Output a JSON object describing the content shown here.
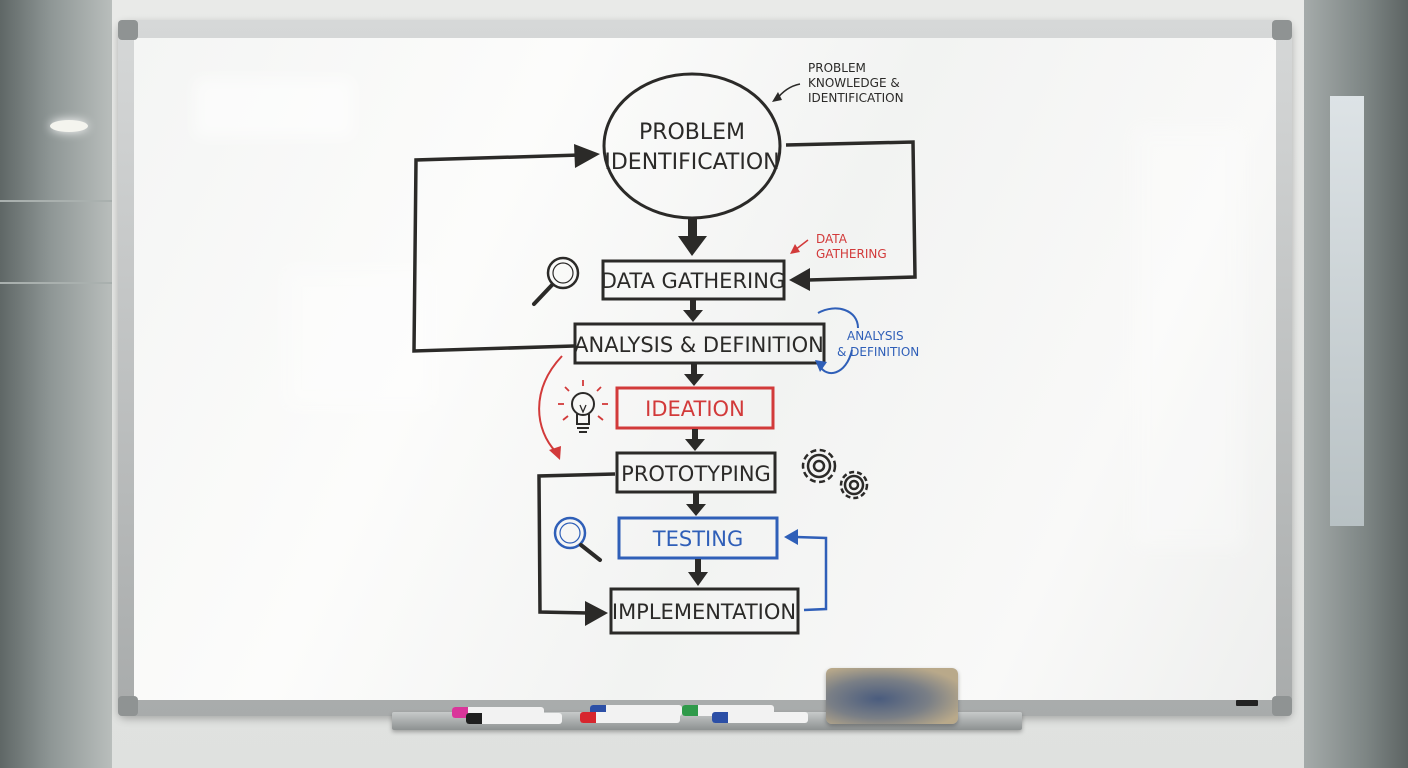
{
  "nodes": {
    "problem_identification": [
      "PROBLEM",
      "IDENTIFICATION"
    ],
    "data_gathering": "DATA GATHERING",
    "analysis_definition": "ANALYSIS & DEFINITION",
    "ideation": "IDEATION",
    "prototyping": "PROTOTYPING",
    "testing": "TESTING",
    "implementation": "IMPLEMENTATION"
  },
  "annotations": {
    "problem_note": [
      "PROBLEM",
      "KNOWLEDGE &",
      "IDENTIFICATION"
    ],
    "data_note": [
      "DATA",
      "GATHERING"
    ],
    "analysis_note": [
      "ANALYSIS",
      "& DEFINITION"
    ]
  },
  "colors": {
    "ink_black": "#2b2a28",
    "ink_red": "#d23a3a",
    "ink_blue": "#2f5fb8",
    "marker_magenta": "#d9359a",
    "marker_black": "#1f1f1f",
    "marker_red": "#d7262e",
    "marker_blue": "#2c4fa6",
    "marker_green": "#2f9a4a"
  },
  "icons": [
    "magnifier-icon",
    "lightbulb-icon",
    "gears-icon",
    "magnifier-blue-icon"
  ]
}
